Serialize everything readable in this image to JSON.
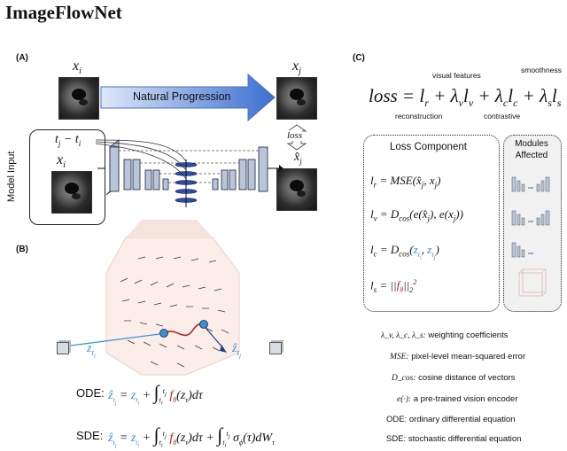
{
  "title": "ImageFlowNet",
  "panel_a": {
    "label": "(A)",
    "xi_top": "x_i",
    "xj_top": "x_j",
    "arrow_label": "Natural Progression",
    "time_diff": "t_j − t_i",
    "xi_input": "x_i",
    "model_input": "Model Input",
    "loss": "loss",
    "xj_hat": "x̂_j"
  },
  "panel_b": {
    "label": "(B)",
    "f_theta": "f_θ",
    "z_ti": "z_{t_i}",
    "z_tj_hat": "ẑ_{t_j}",
    "ode_label": "ODE:",
    "sde_label": "SDE:"
  },
  "panel_c": {
    "label": "(C)",
    "visual_features": "visual features",
    "smoothness": "smoothness",
    "reconstruction": "reconstruction",
    "contrastive": "contrastive",
    "loss_component_header": "Loss Component",
    "modules_header": "Modules Affected",
    "legend": [
      {
        "sym": "λ_v, λ_c, λ_s:",
        "text": "weighting coefficients"
      },
      {
        "sym": "MSE:",
        "text": "pixel-level mean-squared error"
      },
      {
        "sym": "D_cos:",
        "text": "cosine distance of vectors"
      },
      {
        "sym": "e(·):",
        "text": "a pre-trained vision encoder"
      },
      {
        "sym": "ODE:",
        "text": "ordinary differential equation"
      },
      {
        "sym": "SDE:",
        "text": "stochastic differential equation"
      }
    ]
  },
  "colors": {
    "blue": "#3a8fd6",
    "red": "#b52222",
    "arrow": "#4a72c4"
  }
}
